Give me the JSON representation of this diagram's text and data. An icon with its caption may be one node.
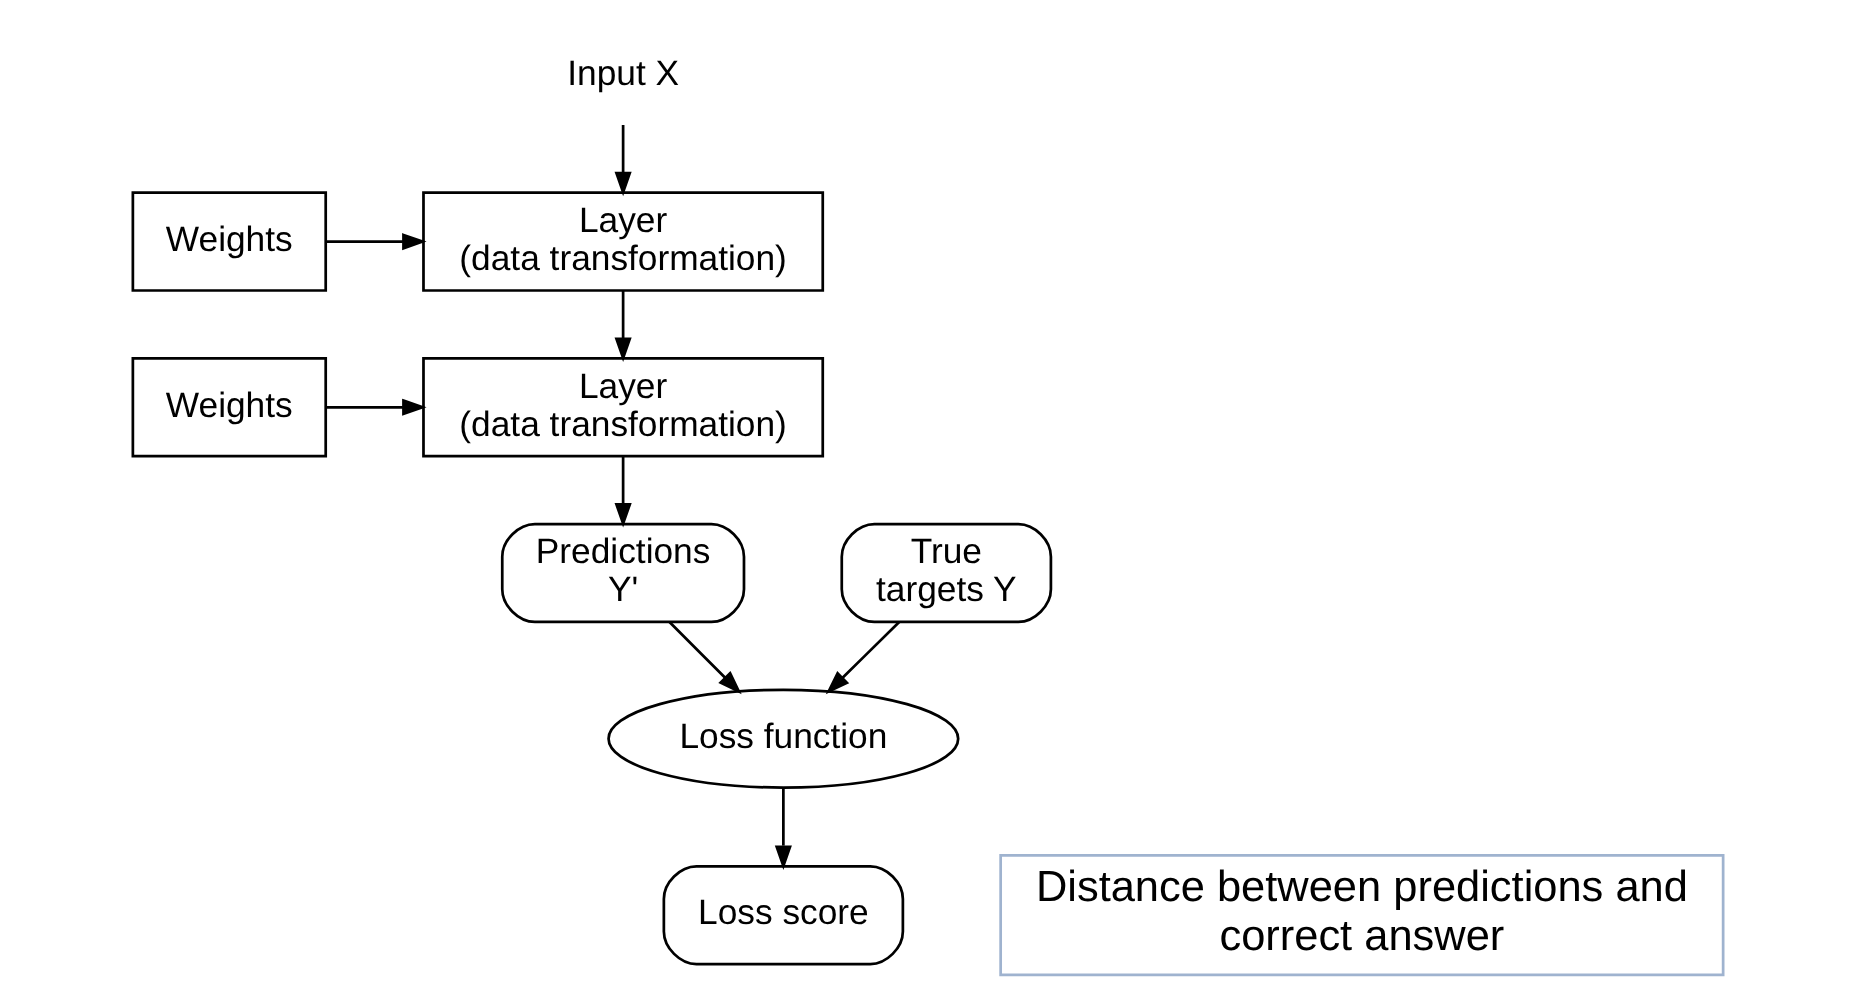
{
  "diagram": {
    "nodes": [
      {
        "text": [
          "Input X"
        ]
      },
      {
        "text": [
          "Weights"
        ]
      },
      {
        "text": [
          "Layer (data transformation)"
        ]
      },
      {
        "text": [
          "Weights"
        ]
      },
      {
        "text": [
          "Layer (data transformation)"
        ]
      },
      {
        "text": [
          "Predictions Y'"
        ]
      },
      {
        "text": [
          "True targets Y"
        ]
      },
      {
        "text": [
          "Loss function"
        ]
      },
      {
        "text": [
          "Loss score"
        ]
      },
      {
        "text": [
          "Distance between predictions and correct answer"
        ]
      }
    ],
    "edges": [
      {
        "from": 0,
        "to": 2,
        "arrow": "to"
      },
      {
        "from": 1,
        "to": 2,
        "arrow": "to"
      },
      {
        "from": 2,
        "to": 4,
        "arrow": "to"
      },
      {
        "from": 3,
        "to": 4,
        "arrow": "to"
      },
      {
        "from": 4,
        "to": 5,
        "arrow": "to"
      },
      {
        "from": 5,
        "to": 7,
        "arrow": "to"
      },
      {
        "from": 6,
        "to": 7,
        "arrow": "to"
      },
      {
        "from": 7,
        "to": 8,
        "arrow": "to"
      }
    ]
  }
}
